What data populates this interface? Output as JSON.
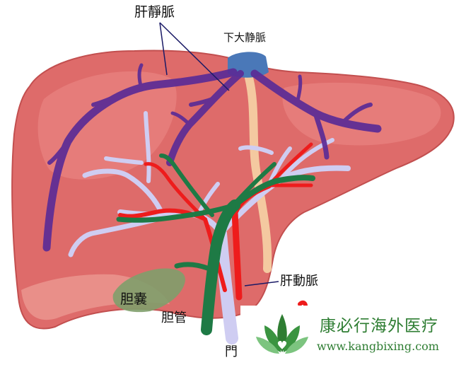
{
  "labels": {
    "hepatic_veins": "肝靜脈",
    "inferior_vena_cava": "下大静脈",
    "hepatic_artery": "肝動脈",
    "gallbladder": "胆嚢",
    "bile_duct": "胆管",
    "portal_vein": "門"
  },
  "watermark": {
    "name": "康必行海外医疗",
    "url": "www.kangbixing.com"
  },
  "colors": {
    "liver": "#de6b6a",
    "liver_highlight": "#ec8a86",
    "hepatic_veins": "#5b2b96",
    "vena_cava": "#4a78b8",
    "portal_vein": "#cfcdf2",
    "hepatic_artery": "#ee1c1c",
    "bile_duct": "#1e7a45",
    "gallbladder": "#7f9f6c",
    "brand_green": "#2e7d32"
  },
  "icons": [
    "lotus-logo-icon"
  ]
}
